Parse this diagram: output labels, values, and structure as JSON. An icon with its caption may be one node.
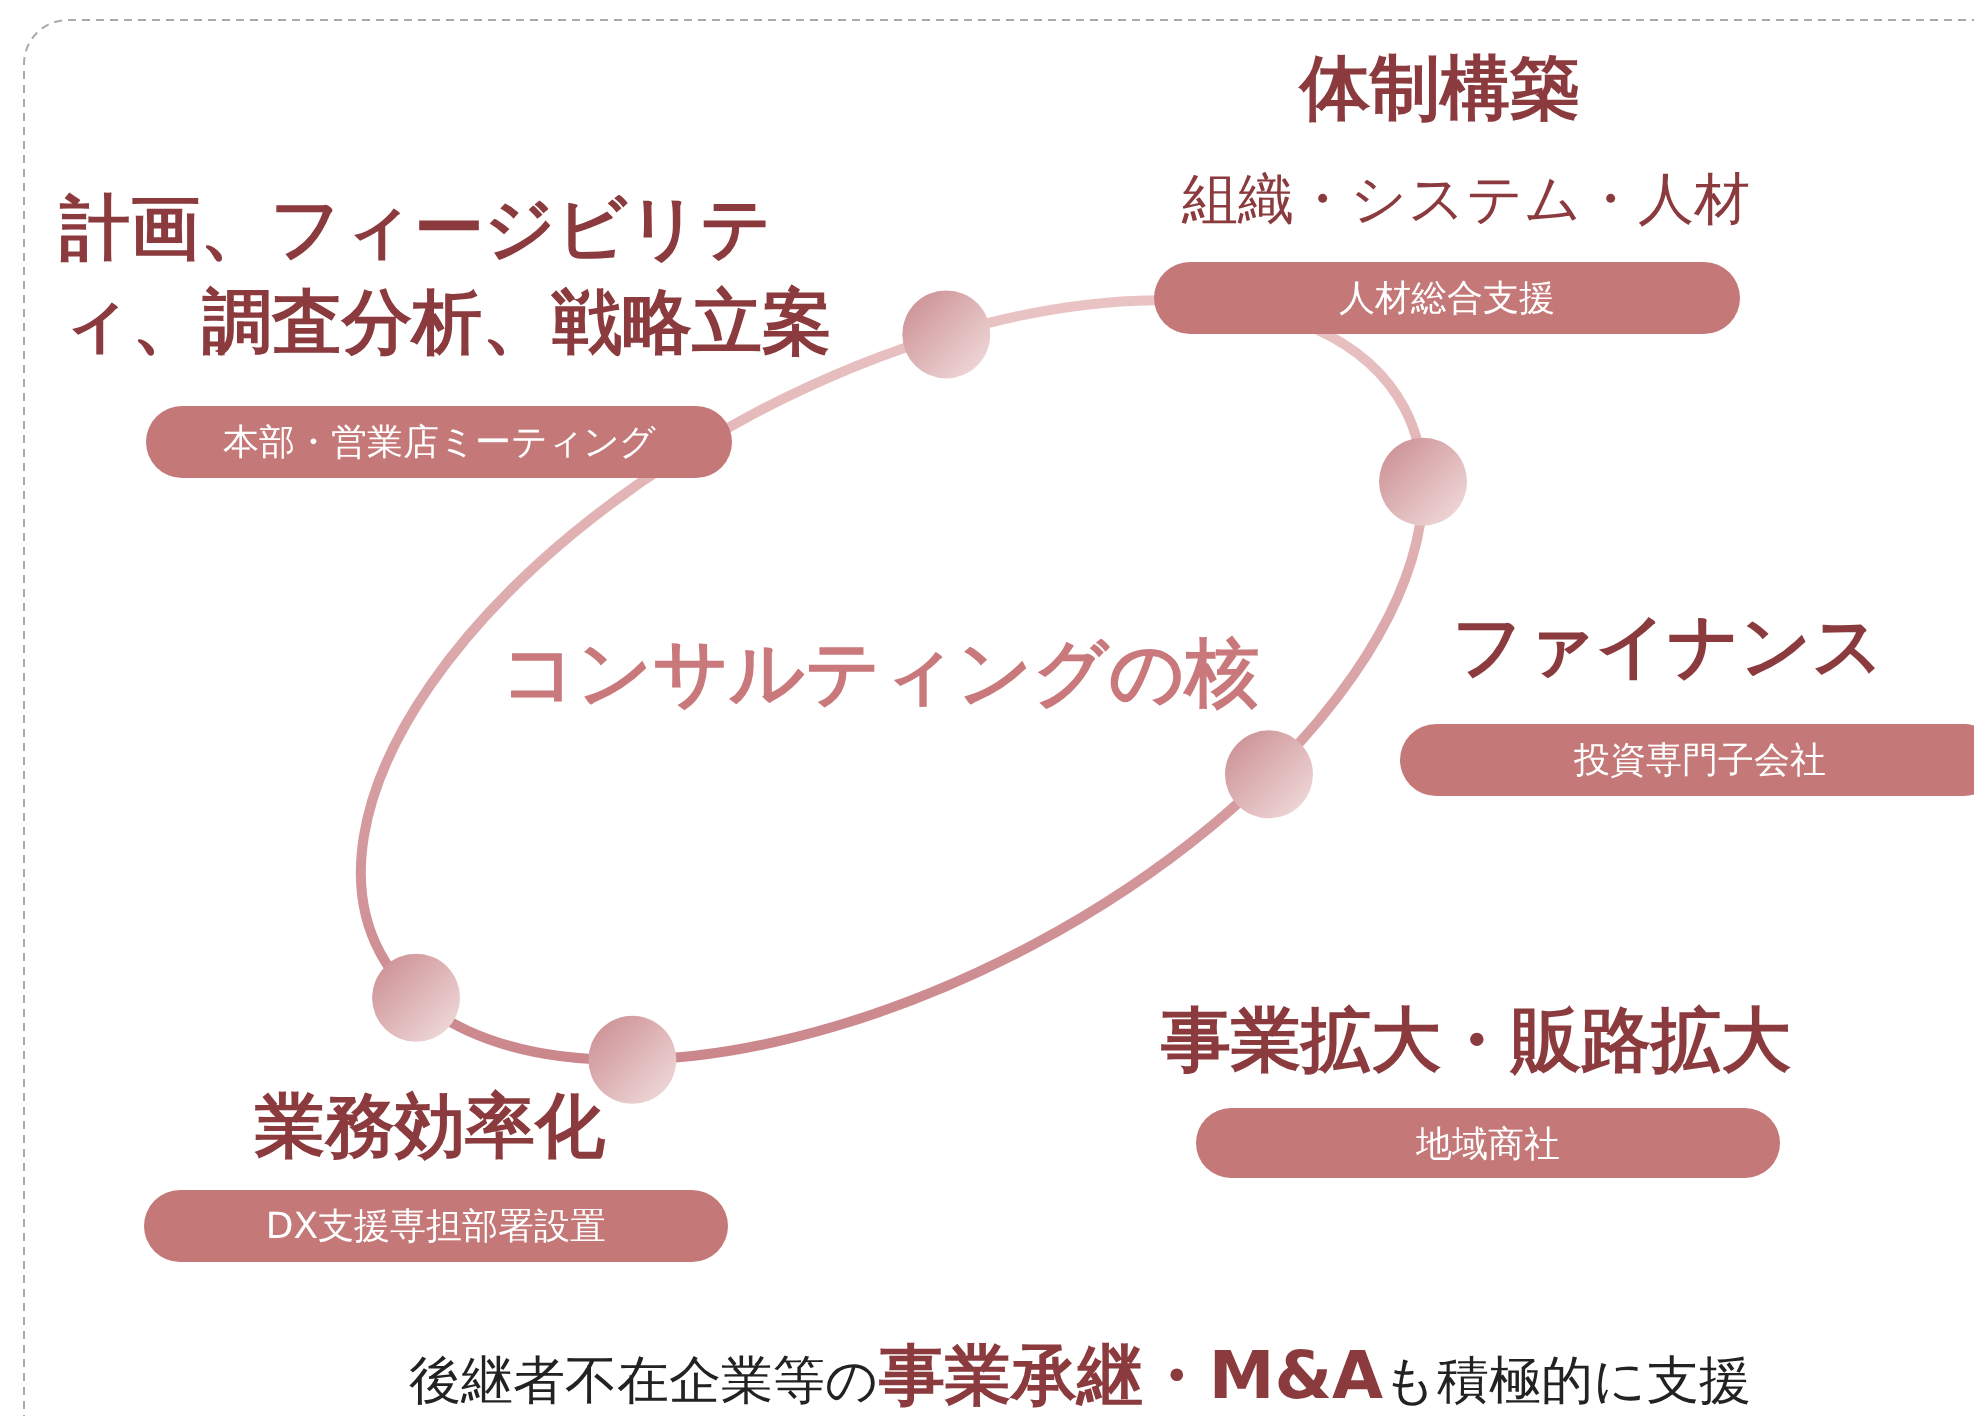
{
  "diagram": {
    "nodes": [
      {
        "text": [
          "人材総合支援"
        ],
        "beside": [
          "体制構築",
          "組織・システム・人材"
        ]
      },
      {
        "text": [
          "本部・営業店ミーティング"
        ],
        "beside": [
          "計画、フィージビリティ、調査分析、戦略立案"
        ]
      },
      {
        "text": [
          "投資専門子会社"
        ],
        "beside": [
          "ファイナンス"
        ]
      },
      {
        "text": [
          "地域商社"
        ],
        "beside": [
          "事業拡大・販路拡大"
        ]
      },
      {
        "text": [
          "DX支援専担部署設置"
        ],
        "beside": [
          "業務効率化"
        ]
      }
    ],
    "labels": [
      "コンサルティングの核",
      "後継者不在企業等の**事業承継・M&A**も積極的に支援"
    ]
  }
}
